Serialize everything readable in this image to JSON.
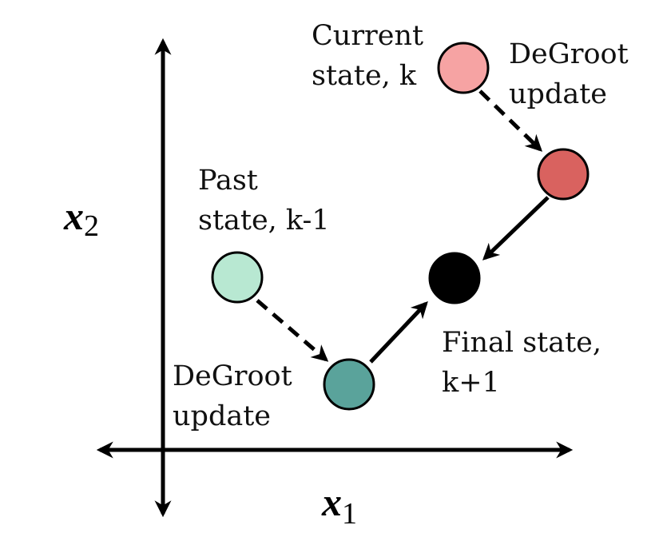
{
  "axes": {
    "x_label": "x",
    "x_subscript": "1",
    "y_label": "x",
    "y_subscript": "2"
  },
  "nodes": {
    "past": {
      "label_line1": "Past",
      "label_line2": "state, k-1",
      "color": "#b8e8d2"
    },
    "past_degroot": {
      "label_line1": "DeGroot",
      "label_line2": "update",
      "color": "#5aa39b"
    },
    "current": {
      "label_line1": "Current",
      "label_line2": "state, k",
      "color": "#f6a3a3"
    },
    "current_degroot": {
      "label_line1": "DeGroot",
      "label_line2": "update",
      "color": "#d9625f"
    },
    "final": {
      "label_line1": "Final state,",
      "label_line2": "k+1",
      "color": "#000000"
    }
  }
}
